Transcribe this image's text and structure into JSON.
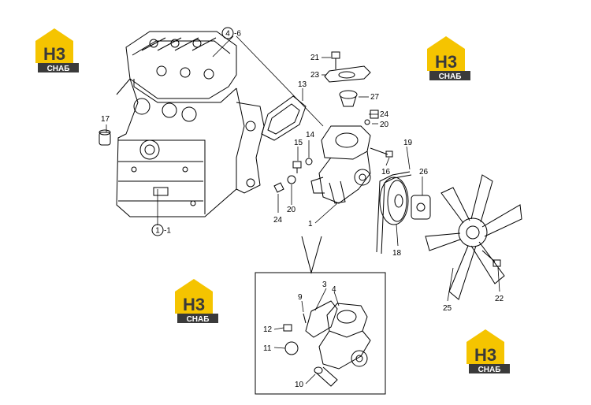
{
  "logos": [
    {
      "mark": "H3",
      "word": "СНАБ"
    },
    {
      "mark": "H3",
      "word": "СНАБ"
    },
    {
      "mark": "H3",
      "word": "СНАБ"
    },
    {
      "mark": "H3",
      "word": "СНАБ"
    }
  ],
  "callouts": {
    "c4": "4",
    "c4_suffix": "-6",
    "c1": "1",
    "c1_suffix": "-1",
    "n21": "21",
    "n23": "23",
    "n13": "13",
    "n27": "27",
    "n24a": "24",
    "n20a": "20",
    "n17": "17",
    "n15": "15",
    "n14": "14",
    "n19": "19",
    "n16": "16",
    "n26": "26",
    "n24b": "24",
    "n20b": "20",
    "n1": "1",
    "n18": "18",
    "n25": "25",
    "n22": "22",
    "n9": "9",
    "n3": "3",
    "n4": "4",
    "n12": "12",
    "n11": "11",
    "n10": "10"
  },
  "colors": {
    "logo_yellow": "#f5c400",
    "logo_dark": "#3a3a3a",
    "line": "#000000"
  }
}
